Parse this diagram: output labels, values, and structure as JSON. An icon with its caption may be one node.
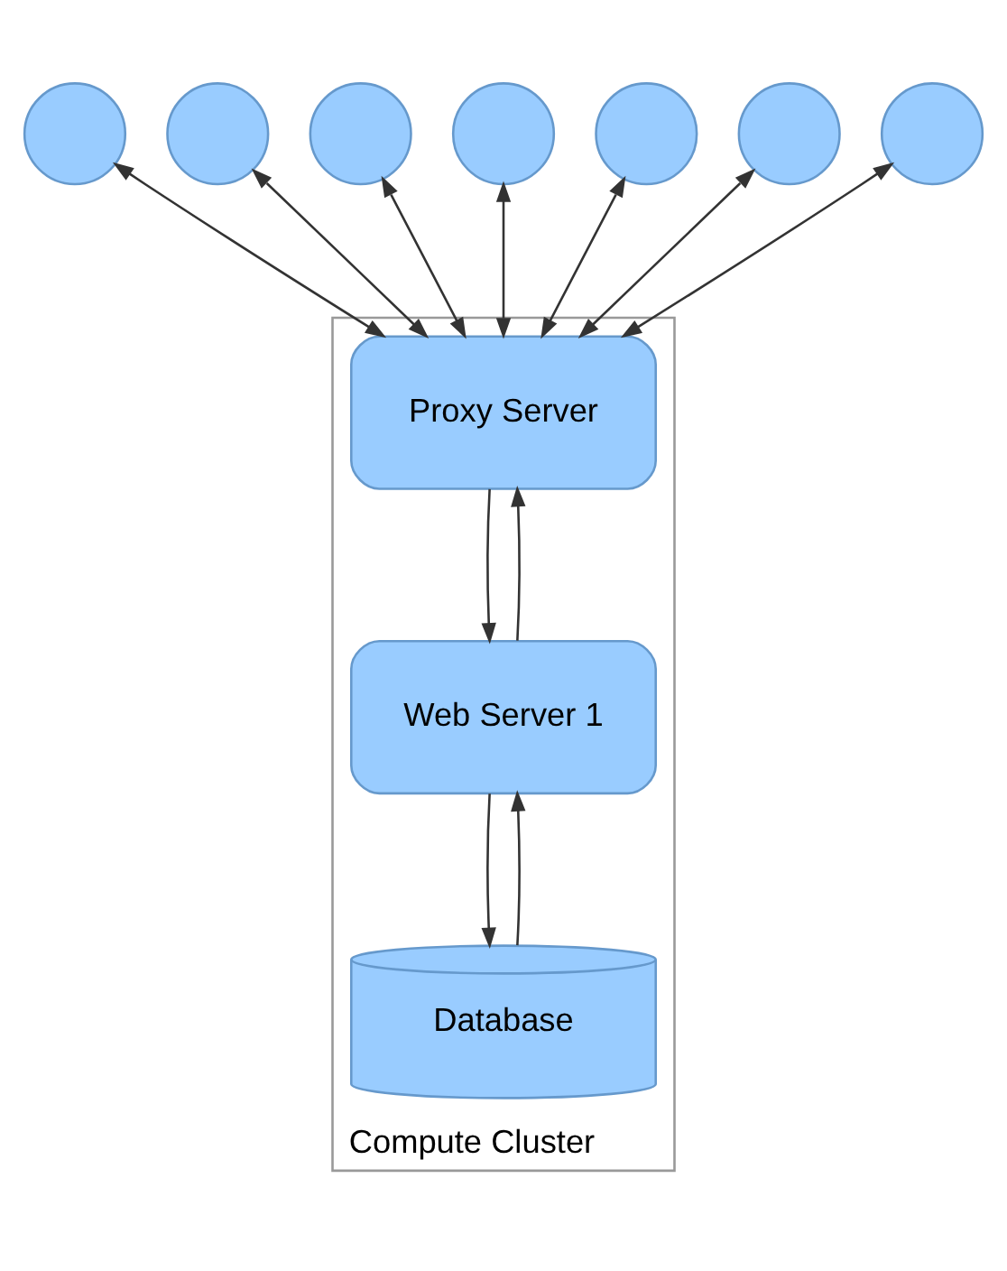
{
  "diagram": {
    "nodes": [
      {
        "text": [],
        "shape": "circle"
      },
      {
        "text": [],
        "shape": "circle"
      },
      {
        "text": [],
        "shape": "circle"
      },
      {
        "text": [],
        "shape": "circle"
      },
      {
        "text": [],
        "shape": "circle"
      },
      {
        "text": [],
        "shape": "circle"
      },
      {
        "text": [],
        "shape": "circle"
      },
      {
        "text": [
          "Compute Cluster"
        ]
      },
      {
        "text": [
          "Proxy Server"
        ],
        "in": 7
      },
      {
        "text": [
          "Web Server 1"
        ],
        "in": 7
      },
      {
        "text": [
          "Database"
        ],
        "in": 7
      }
    ],
    "edges": [
      {
        "from": 0,
        "to": 8,
        "arrow": "both"
      },
      {
        "from": 1,
        "to": 8,
        "arrow": "both"
      },
      {
        "from": 2,
        "to": 8,
        "arrow": "both"
      },
      {
        "from": 3,
        "to": 8,
        "arrow": "both"
      },
      {
        "from": 4,
        "to": 8,
        "arrow": "both"
      },
      {
        "from": 5,
        "to": 8,
        "arrow": "both"
      },
      {
        "from": 6,
        "to": 8,
        "arrow": "both"
      },
      {
        "from": 8,
        "to": 9,
        "arrow": "to"
      },
      {
        "from": 9,
        "to": 8,
        "arrow": "to"
      },
      {
        "from": 9,
        "to": 10,
        "arrow": "to"
      },
      {
        "from": 10,
        "to": 9,
        "arrow": "to"
      }
    ]
  }
}
